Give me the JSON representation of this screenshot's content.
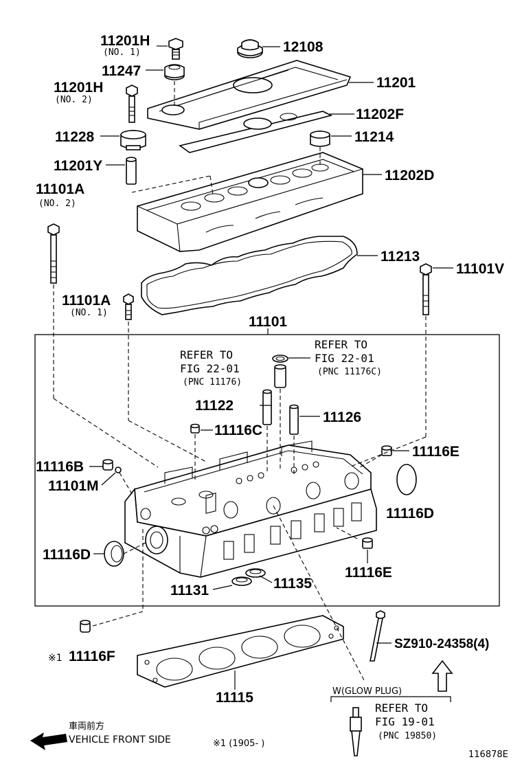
{
  "labels": {
    "p11201H_1": "11201H",
    "p11201H_1_sub": "(NO. 1)",
    "p12108": "12108",
    "p11247": "11247",
    "p11201": "11201",
    "p11201H_2": "11201H",
    "p11201H_2_sub": "(NO. 2)",
    "p11202F": "11202F",
    "p11228": "11228",
    "p11214": "11214",
    "p11201Y": "11201Y",
    "p11202D": "11202D",
    "p11101A_2": "11101A",
    "p11101A_2_sub": "(NO. 2)",
    "p11213": "11213",
    "p11101V": "11101V",
    "p11101A_1": "11101A",
    "p11101A_1_sub": "(NO. 1)",
    "p11101": "11101",
    "refer_a_1": "REFER TO",
    "refer_a_2": "FIG 22-01",
    "refer_a_3": "(PNC 11176)",
    "refer_b_1": "REFER TO",
    "refer_b_2": "FIG 22-01",
    "refer_b_3": "(PNC 11176C)",
    "p11122": "11122",
    "p11126": "11126",
    "p11116C": "11116C",
    "p11116E_a": "11116E",
    "p11116B": "11116B",
    "p11101M": "11101M",
    "p11116D_a": "11116D",
    "p11116D_b": "11116D",
    "p11116E_b": "11116E",
    "p11131": "11131",
    "p11135": "11135",
    "p11116F_mark": "※1",
    "p11116F": "11116F",
    "pSZ910": "SZ910-24358(4)",
    "p11115": "11115",
    "glow_header": "W(GLOW PLUG)",
    "refer_c_1": "REFER TO",
    "refer_c_2": "FIG 19-01",
    "refer_c_3": "(PNC 19850)",
    "front_jp": "車両前方",
    "front_en": "VEHICLE FRONT SIDE",
    "footnote": "※1 (1905-      )",
    "fig_id": "116878E"
  }
}
